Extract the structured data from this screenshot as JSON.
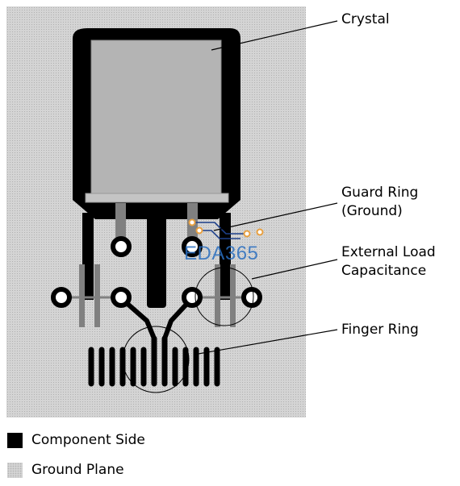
{
  "callouts": {
    "crystal": "Crystal",
    "guard_ring": "Guard Ring\n(Ground)",
    "external_load": "External Load\nCapacitance",
    "finger_ring": "Finger Ring"
  },
  "legend": {
    "component_side": "Component Side",
    "ground_plane": "Ground Plane"
  },
  "watermark": "EDA365",
  "colors": {
    "component_side": "#000000",
    "ground_plane": "#d4d4d4",
    "crystal_body": "#b4b4b4",
    "trace": "#808080",
    "watermark": "#2a6fc0",
    "logo_accent": "#e8a040"
  }
}
